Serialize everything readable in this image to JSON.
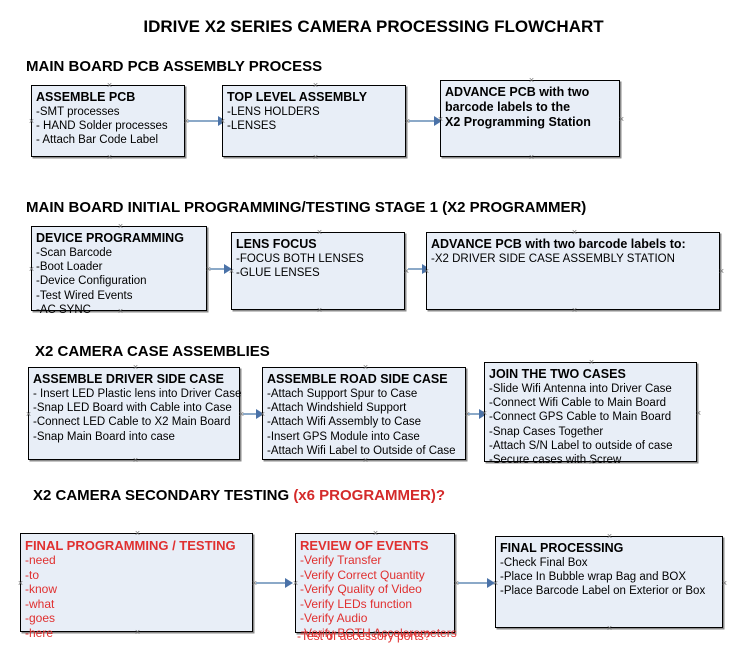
{
  "document": {
    "title": "IDRIVE X2  SERIES CAMERA PROCESSING FLOWCHART"
  },
  "sections": [
    {
      "id": "main-board-pcb-assembly",
      "heading": "MAIN BOARD PCB ASSEMBLY PROCESS",
      "heading_red": "",
      "nodes": [
        {
          "id": "assemble-pcb",
          "title": "ASSEMBLE PCB",
          "lines": [
            "-SMT processes",
            "- HAND Solder processes",
            "- Attach Bar Code Label"
          ]
        },
        {
          "id": "top-level-assembly",
          "title": "TOP LEVEL ASSEMBLY",
          "lines": [
            "-LENS HOLDERS",
            "-LENSES"
          ]
        },
        {
          "id": "advance-pcb-to-x2-programming-station",
          "title": "ADVANCE PCB with two",
          "lines": [
            "barcode labels to the",
            " X2 Programming Station"
          ]
        }
      ]
    },
    {
      "id": "main-board-initial-programming",
      "heading": "MAIN BOARD INITIAL PROGRAMMING/TESTING STAGE 1 (X2 PROGRAMMER)",
      "heading_red": "",
      "nodes": [
        {
          "id": "device-programming",
          "title": "DEVICE PROGRAMMING",
          "lines": [
            "-Scan Barcode",
            "-Boot Loader",
            "-Device Configuration",
            "-Test Wired Events",
            "-AC SYNC"
          ]
        },
        {
          "id": "lens-focus",
          "title": "LENS FOCUS",
          "lines": [
            "-FOCUS BOTH LENSES",
            "-GLUE LENSES"
          ]
        },
        {
          "id": "advance-pcb-to-driver-side-case-station",
          "title": "ADVANCE PCB with two barcode labels to:",
          "lines": [
            "-X2 DRIVER  SIDE  CASE  ASSEMBLY STATION"
          ]
        }
      ]
    },
    {
      "id": "x2-camera-case-assemblies",
      "heading": "X2 CAMERA CASE ASSEMBLIES",
      "heading_red": "",
      "nodes": [
        {
          "id": "assemble-driver-side-case",
          "title": "ASSEMBLE DRIVER SIDE CASE",
          "lines": [
            "- Insert LED Plastic lens into Driver Case",
            "-Snap LED Board with Cable into Case",
            "-Connect LED Cable to X2 Main Board",
            "-Snap Main Board into case"
          ]
        },
        {
          "id": "assemble-road-side-case",
          "title": "ASSEMBLE ROAD SIDE CASE",
          "lines": [
            "-Attach Support Spur to Case",
            "-Attach Windshield Support",
            "-Attach Wifi Assembly to Case",
            "-Insert GPS Module into Case",
            "-Attach Wifi Label to Outside of Case"
          ]
        },
        {
          "id": "join-the-two-cases",
          "title": "JOIN THE TWO CASES",
          "lines": [
            "-Slide Wifi Antenna into Driver Case",
            "-Connect Wifi Cable to Main Board",
            "-Connect GPS Cable to Main Board",
            "-Snap Cases Together",
            "-Attach S/N Label to outside of case",
            "-Secure cases with Screw"
          ]
        }
      ]
    },
    {
      "id": "x2-camera-secondary-testing",
      "heading": "X2 CAMERA SECONDARY TESTING ",
      "heading_red": " (x6 PROGRAMMER)?",
      "nodes": [
        {
          "id": "final-programming-testing",
          "title": "FINAL PROGRAMMING / TESTING",
          "lines": [
            "-need",
            "-to",
            "-know",
            "-what",
            "-goes",
            "-here"
          ]
        },
        {
          "id": "review-of-events",
          "title": "REVIEW OF EVENTS",
          "lines": [
            "-Verify Transfer",
            "-Verify Correct Quantity",
            "-Verify Quality of Video",
            "-Verify LEDs function",
            "-Verify Audio",
            "-Verify BOTH Accelerometers"
          ],
          "overflow_line": "-Test of accessory ports?"
        },
        {
          "id": "final-processing",
          "title": "FINAL PROCESSING",
          "lines": [
            " -Check Final Box",
            "-Place In Bubble wrap Bag and BOX",
            "-Place Barcode Label on Exterior or Box"
          ]
        }
      ]
    }
  ],
  "colors": {
    "node_fill": "#e8eef7",
    "node_border": "#000000",
    "connector": "#8ba9c8",
    "arrowhead": "#4a72a8",
    "red_text": "#e03030",
    "heading_red": "#d42a2a"
  }
}
